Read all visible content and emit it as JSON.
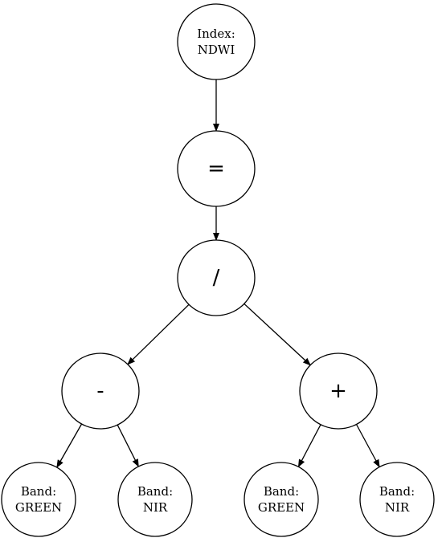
{
  "diagram": {
    "type": "expression-tree",
    "nodes": [
      {
        "id": "index",
        "lines": [
          "Index:",
          "NDWI"
        ],
        "kind": "label"
      },
      {
        "id": "equals",
        "lines": [
          "="
        ],
        "kind": "operator"
      },
      {
        "id": "divide",
        "lines": [
          "/"
        ],
        "kind": "operator"
      },
      {
        "id": "minus",
        "lines": [
          "-"
        ],
        "kind": "operator"
      },
      {
        "id": "plus",
        "lines": [
          "+"
        ],
        "kind": "operator"
      },
      {
        "id": "band-green-1",
        "lines": [
          "Band:",
          "GREEN"
        ],
        "kind": "label"
      },
      {
        "id": "band-nir-1",
        "lines": [
          "Band:",
          "NIR"
        ],
        "kind": "label"
      },
      {
        "id": "band-green-2",
        "lines": [
          "Band:",
          "GREEN"
        ],
        "kind": "label"
      },
      {
        "id": "band-nir-2",
        "lines": [
          "Band:",
          "NIR"
        ],
        "kind": "label"
      }
    ],
    "edges": [
      {
        "from": "index",
        "to": "equals"
      },
      {
        "from": "equals",
        "to": "divide"
      },
      {
        "from": "divide",
        "to": "minus"
      },
      {
        "from": "divide",
        "to": "plus"
      },
      {
        "from": "minus",
        "to": "band-green-1"
      },
      {
        "from": "minus",
        "to": "band-nir-1"
      },
      {
        "from": "plus",
        "to": "band-green-2"
      },
      {
        "from": "plus",
        "to": "band-nir-2"
      }
    ]
  }
}
